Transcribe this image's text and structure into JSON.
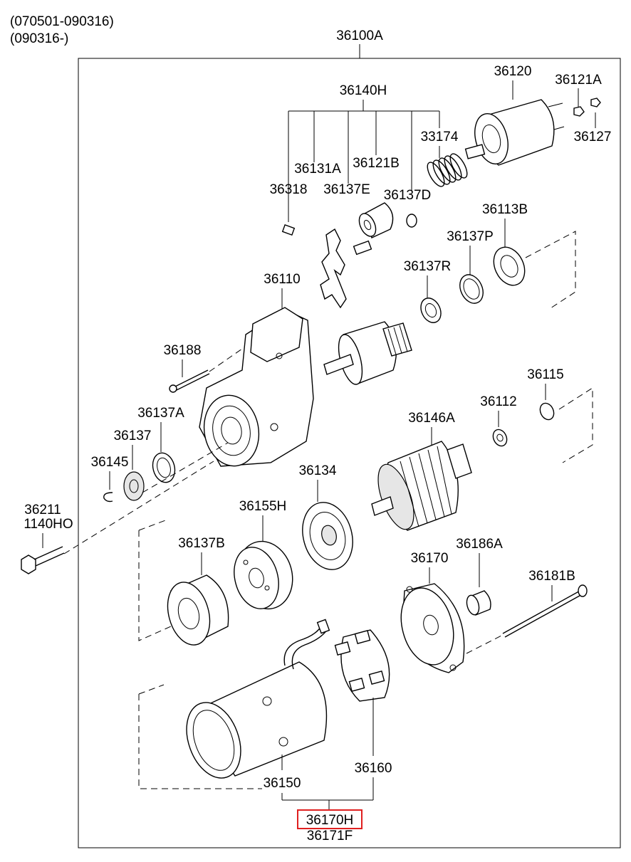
{
  "header": {
    "date_range_1": "(070501-090316)",
    "date_range_2": "(090316-)"
  },
  "assembly": {
    "number": "36100A"
  },
  "highlight_color": "#e02020",
  "parts": {
    "p36140H": "36140H",
    "p36120": "36120",
    "p36121A": "36121A",
    "p36127": "36127",
    "p33174": "33174",
    "p36131A": "36131A",
    "p36121B": "36121B",
    "p36318": "36318",
    "p36137E": "36137E",
    "p36137D": "36137D",
    "p36113B": "36113B",
    "p36137P": "36137P",
    "p36137R": "36137R",
    "p36110": "36110",
    "p36188": "36188",
    "p36115": "36115",
    "p36112": "36112",
    "p36137A": "36137A",
    "p36146A": "36146A",
    "p36137": "36137",
    "p36145": "36145",
    "p36134": "36134",
    "p36211": "36211",
    "p1140HO": "1140HO",
    "p36155H": "36155H",
    "p36137B": "36137B",
    "p36186A": "36186A",
    "p36170": "36170",
    "p36181B": "36181B",
    "p36160": "36160",
    "p36150": "36150",
    "p36170H": "36170H",
    "p36171F": "36171F"
  }
}
